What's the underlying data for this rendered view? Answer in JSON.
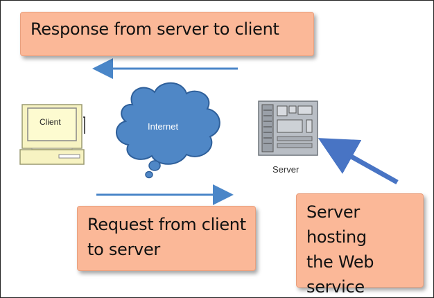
{
  "notes": {
    "response": "Response from server to client",
    "request_line1": "Request from client",
    "request_line2": "to server",
    "server_line1": "Server hosting",
    "server_line2": "the Web",
    "server_line3": "service"
  },
  "nodes": {
    "client": "Client",
    "internet": "Internet",
    "server": "Server"
  },
  "colors": {
    "note_fill": "#fbb898",
    "arrow_blue": "#4a86c8",
    "cloud_fill": "#4f87c6",
    "client_screen": "#fdfbd0",
    "server_body": "#b9bec5"
  }
}
